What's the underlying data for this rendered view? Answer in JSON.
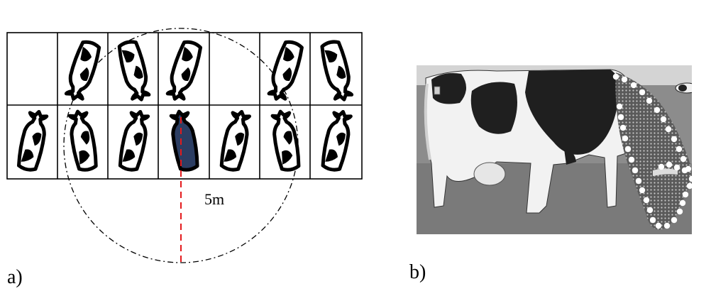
{
  "panel_a": {
    "label": "a)",
    "distance_label": "5m"
  },
  "panel_b": {
    "label": "b)"
  },
  "colors": {
    "grid_line": "#000000",
    "cow_outline": "#000000",
    "cow_white": "#ffffff",
    "focal_cow_fill": "#2c3e63",
    "distance_line": "#e41a1c",
    "marker": "#ffffff",
    "pasture": "#8a8a8a",
    "sky": "#cfcfcf"
  },
  "grid": {
    "rows": 2,
    "cols": 7,
    "occupied": [
      [
        false,
        true,
        true,
        true,
        false,
        true,
        true
      ],
      [
        true,
        true,
        true,
        true,
        true,
        true,
        true
      ]
    ],
    "focal_cell": [
      1,
      3
    ]
  }
}
